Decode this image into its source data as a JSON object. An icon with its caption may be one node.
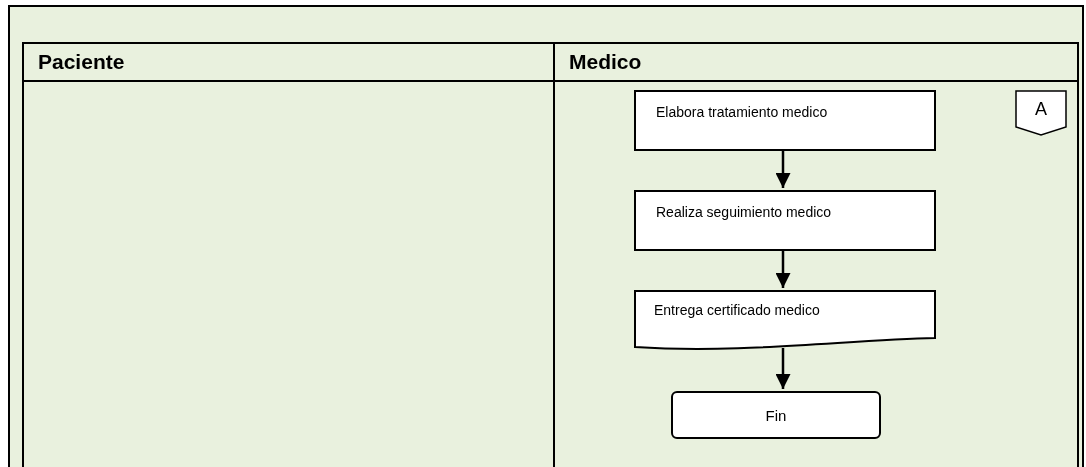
{
  "diagram": {
    "nodes": [
      {
        "text": [
          "Paciente"
        ]
      },
      {
        "text": [
          "Medico"
        ]
      },
      {
        "text": [
          "Elabora tratamiento medico"
        ],
        "in": 1
      },
      {
        "text": [
          "A"
        ],
        "in": 1
      },
      {
        "text": [
          "Realiza seguimiento medico"
        ],
        "in": 1
      },
      {
        "text": [
          "Entrega certificado medico"
        ],
        "in": 1
      },
      {
        "text": [
          "Fin"
        ],
        "in": 1
      }
    ],
    "edges": [
      {
        "from": 2,
        "to": 4,
        "arrow": "to"
      },
      {
        "from": 4,
        "to": 5,
        "arrow": "to"
      },
      {
        "from": 5,
        "to": 6,
        "arrow": "to"
      }
    ]
  }
}
